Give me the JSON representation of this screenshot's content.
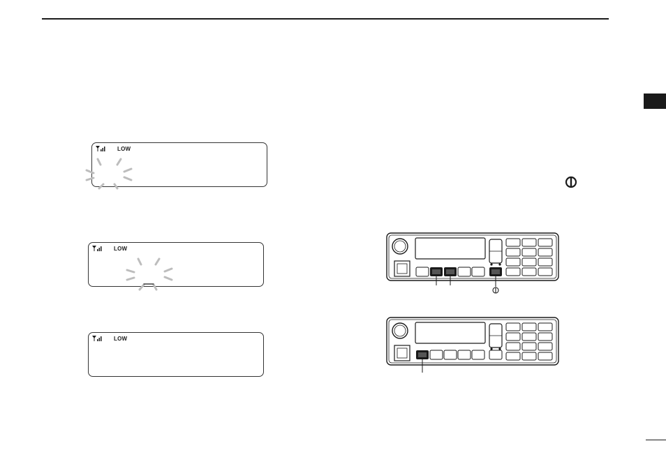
{
  "displays": [
    {
      "indicator": "LOW"
    },
    {
      "indicator": "LOW"
    },
    {
      "indicator": "LOW"
    }
  ]
}
